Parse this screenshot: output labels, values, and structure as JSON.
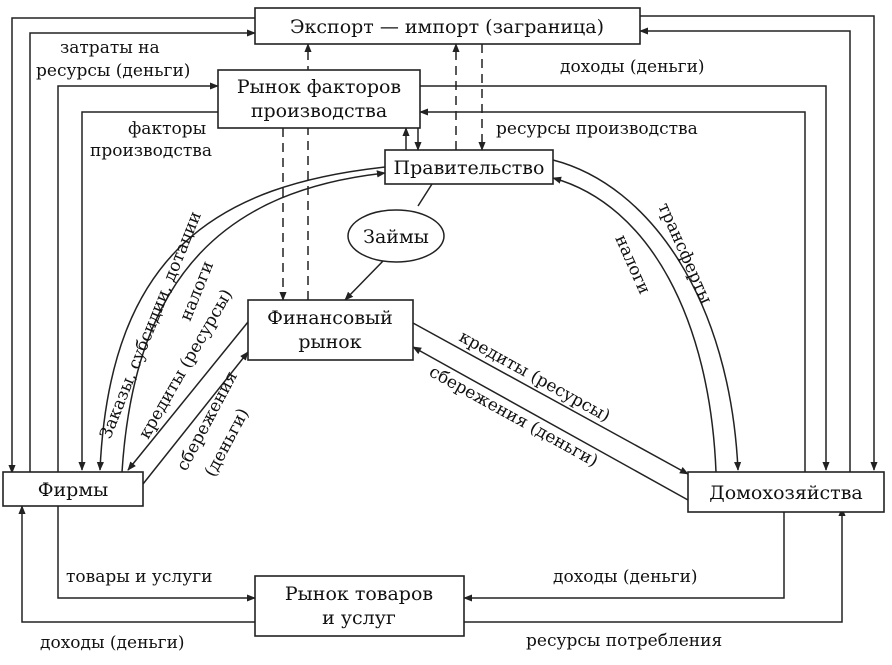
{
  "nodes": {
    "export_import": "Экспорт — импорт (заграница)",
    "factor_market_1": "Рынок факторов",
    "factor_market_2": "производства",
    "government": "Правительство",
    "loans": "Займы",
    "financial_market_1": "Финансовый",
    "financial_market_2": "рынок",
    "firms": "Фирмы",
    "households": "Домохозяйства",
    "goods_market_1": "Рынок товаров",
    "goods_market_2": "и услуг"
  },
  "labels": {
    "costs_1": "затраты на",
    "costs_2": "ресурсы (деньги)",
    "income_money_top": "доходы (деньги)",
    "factors_1": "факторы",
    "factors_2": "производства",
    "resources_production": "ресурсы производства",
    "orders_subsidies": "Заказы, субсидии, дотации",
    "taxes_left": "налоги",
    "credits_left": "кредиты (ресурсы)",
    "savings_left_1": "сбережения",
    "savings_left_2": "(деньги)",
    "credits_right": "кредиты (ресурсы)",
    "savings_right": "сбережения (деньги)",
    "transfers": "трансферты",
    "taxes_right": "налоги",
    "goods_services": "товары и услуги",
    "income_money_bottom_right": "доходы (деньги)",
    "income_money_bottom_left": "доходы (деньги)",
    "consumption_resources": "ресурсы потребления"
  }
}
